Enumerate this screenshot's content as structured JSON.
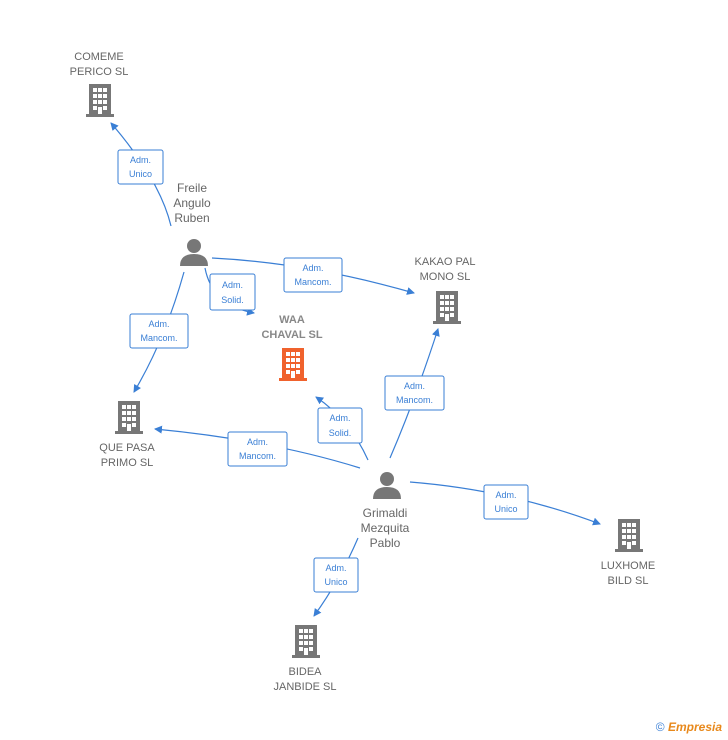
{
  "companies": {
    "comeme": {
      "lines": [
        "COMEME",
        "PERICO  SL"
      ],
      "icon": "building-icon"
    },
    "kakao": {
      "lines": [
        "KAKAO PAL",
        "MONO SL"
      ],
      "icon": "building-icon"
    },
    "waa": {
      "lines": [
        "WAA",
        "CHAVAL  SL"
      ],
      "icon": "building-icon",
      "color": "#f0622d"
    },
    "quepasa": {
      "lines": [
        "QUE PASA",
        "PRIMO SL"
      ],
      "icon": "building-icon"
    },
    "luxhome": {
      "lines": [
        "LUXHOME",
        "BILD  SL"
      ],
      "icon": "building-icon"
    },
    "bidea": {
      "lines": [
        "BIDEA",
        "JANBIDE SL"
      ],
      "icon": "building-icon"
    }
  },
  "persons": {
    "freile": {
      "lines": [
        "Freile",
        "Angulo",
        "Ruben"
      ],
      "icon": "person-icon"
    },
    "grimaldi": {
      "lines": [
        "Grimaldi",
        "Mezquita",
        "Pablo"
      ],
      "icon": "person-icon"
    }
  },
  "edges": [
    {
      "id": "freile-comeme",
      "lines": [
        "Adm.",
        "Unico"
      ]
    },
    {
      "id": "freile-waa",
      "lines": [
        "Adm.",
        "Solid."
      ]
    },
    {
      "id": "freile-kakao",
      "lines": [
        "Adm.",
        "Mancom."
      ]
    },
    {
      "id": "freile-quepasa",
      "lines": [
        "Adm.",
        "Mancom."
      ]
    },
    {
      "id": "grimaldi-waa",
      "lines": [
        "Adm.",
        "Solid."
      ]
    },
    {
      "id": "grimaldi-kakao",
      "lines": [
        "Adm.",
        "Mancom."
      ]
    },
    {
      "id": "grimaldi-quepasa",
      "lines": [
        "Adm.",
        "Mancom."
      ]
    },
    {
      "id": "grimaldi-luxhome",
      "lines": [
        "Adm.",
        "Unico"
      ]
    },
    {
      "id": "grimaldi-bidea",
      "lines": [
        "Adm.",
        "Unico"
      ]
    }
  ],
  "colors": {
    "edge": "#3a7fd5",
    "icon": "#777777",
    "highlight": "#f0622d"
  },
  "footer": {
    "copyright": "©",
    "brand": "Empresia"
  }
}
